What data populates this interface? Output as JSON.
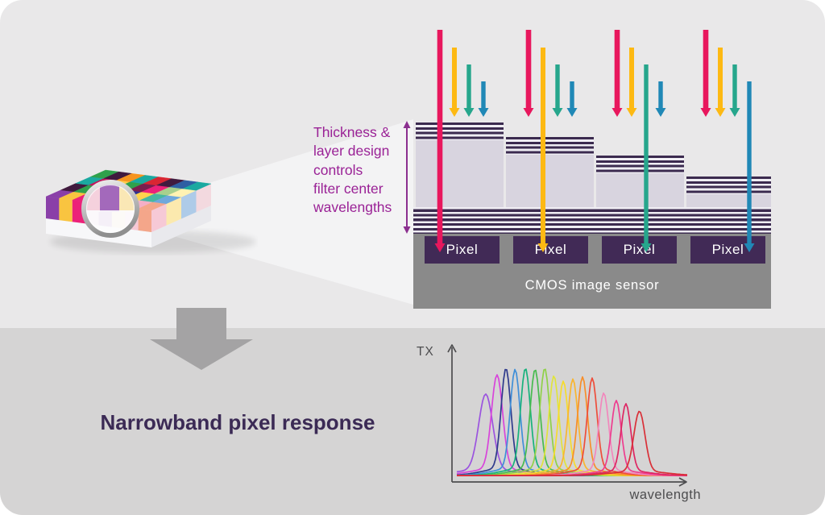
{
  "colors": {
    "bg_top": "#E9E8E9",
    "bg_bottom": "#D5D4D4",
    "annotation_text": "#9A2296",
    "annotation_arrow": "#8B2F8F",
    "heading_text": "#3B2A55",
    "down_arrow": "#A4A3A4",
    "stripe_dark": "#3B2A4F",
    "stripe_light": "#EFEDF3",
    "stack_body": "#D8D4DF",
    "cmos_gray": "#8A8A8A",
    "pixel_box": "#412A56",
    "axis": "#4D4D4F",
    "beam": "rgba(252,252,253,0.55)"
  },
  "annotation": {
    "text": "Thickness &\nlayer design\ncontrols\nfilter center\nwavelengths"
  },
  "diagram": {
    "pixels": [
      {
        "label": "Pixel"
      },
      {
        "label": "Pixel"
      },
      {
        "label": "Pixel"
      },
      {
        "label": "Pixel"
      }
    ],
    "cmos_label": "CMOS image sensor",
    "arrows": {
      "band_names": [
        "red-band",
        "yellow-band",
        "green-band",
        "blue-band"
      ],
      "colors": [
        "#E8175D",
        "#FDB913",
        "#26A68C",
        "#2088B6"
      ],
      "group_pass_index": [
        0,
        1,
        2,
        3
      ]
    }
  },
  "mosaic": {
    "top_grid": [
      [
        "#8A3FA8",
        "#F9C440",
        "#EC2179",
        "#3AB3A8",
        "#8A3FA8",
        "#F6DD9B",
        "#F4AFC7",
        "#F4A68A"
      ],
      [
        "#401A3E",
        "#2FA14B",
        "#F7941E",
        "#EC2179",
        "#2E3192",
        "#FFD34D",
        "#46B8A0",
        "#6FA8DC"
      ],
      [
        "#1BA9A0",
        "#C2185B",
        "#FFCC4D",
        "#2FA14B",
        "#7A1E4E",
        "#EC2179",
        "#A8D08D",
        "#FFF2B2"
      ],
      [
        "#2FA14B",
        "#401A3E",
        "#F7941E",
        "#1BA9A0",
        "#D92632",
        "#401A3E",
        "#2E5FA3",
        "#1BA9A0"
      ]
    ],
    "front_stripes": [
      "#8A3FA8",
      "#F9C440",
      "#EC2179",
      "#F3BFD0",
      "#8A3FA8",
      "#F8DF9B",
      "#F6C9D6",
      "#F4A68A"
    ],
    "side_stripes": [
      "#F6C9D6",
      "#FBE9AE",
      "#AECBE8",
      "#F3D9DF"
    ],
    "lens_stripes": [
      "#F3C4D4",
      "#8A3FA8",
      "#F9E0A1"
    ]
  },
  "bottom": {
    "heading": "Narrowband pixel response"
  },
  "chart_data": {
    "type": "line",
    "title": "",
    "xlabel": "wavelength",
    "ylabel": "TX",
    "x_ticks": [],
    "y_ticks": [],
    "axis_numeric": false,
    "grid": false,
    "legend": false,
    "x_range": [
      0,
      1
    ],
    "y_range": [
      0,
      1
    ],
    "description": "16 overlapping narrowband transmission peaks spanning the spectrum; peak center given as fraction of wavelength axis, peak height as fraction of full transmission.",
    "series": [
      {
        "name": "band-01",
        "color": "#9B53DF",
        "center": 0.14,
        "peak": 0.76,
        "width": 1.45
      },
      {
        "name": "band-02",
        "color": "#D844DB",
        "center": 0.187,
        "peak": 0.94,
        "width": 1.15
      },
      {
        "name": "band-03",
        "color": "#2E3A8C",
        "center": 0.224,
        "peak": 1.0,
        "width": 1.0
      },
      {
        "name": "band-04",
        "color": "#3F8FD8",
        "center": 0.262,
        "peak": 0.99,
        "width": 1.0
      },
      {
        "name": "band-05",
        "color": "#17B27C",
        "center": 0.305,
        "peak": 1.0,
        "width": 1.0
      },
      {
        "name": "band-06",
        "color": "#47BB4F",
        "center": 0.345,
        "peak": 0.99,
        "width": 1.0
      },
      {
        "name": "band-07",
        "color": "#8FD148",
        "center": 0.385,
        "peak": 1.0,
        "width": 1.0
      },
      {
        "name": "band-08",
        "color": "#E0E43C",
        "center": 0.423,
        "peak": 0.93,
        "width": 1.0
      },
      {
        "name": "band-09",
        "color": "#F6DC2C",
        "center": 0.462,
        "peak": 0.88,
        "width": 1.0
      },
      {
        "name": "band-10",
        "color": "#F9B52F",
        "center": 0.502,
        "peak": 0.9,
        "width": 1.0
      },
      {
        "name": "band-11",
        "color": "#F78E2A",
        "center": 0.542,
        "peak": 0.92,
        "width": 1.0
      },
      {
        "name": "band-12",
        "color": "#EE4D3A",
        "center": 0.582,
        "peak": 0.91,
        "width": 1.0
      },
      {
        "name": "band-13",
        "color": "#F287BC",
        "center": 0.63,
        "peak": 0.77,
        "width": 1.0
      },
      {
        "name": "band-14",
        "color": "#EE3D8F",
        "center": 0.682,
        "peak": 0.7,
        "width": 1.0
      },
      {
        "name": "band-15",
        "color": "#DE2663",
        "center": 0.722,
        "peak": 0.67,
        "width": 1.0
      },
      {
        "name": "band-16",
        "color": "#D93038",
        "center": 0.778,
        "peak": 0.6,
        "width": 1.15
      }
    ]
  }
}
